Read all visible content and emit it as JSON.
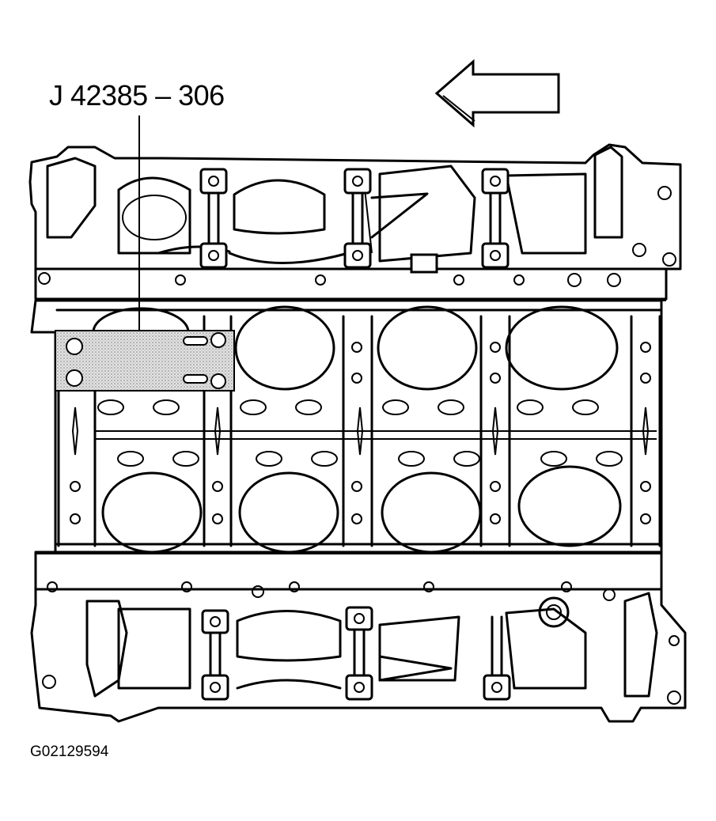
{
  "diagram": {
    "tool_callout": "J 42385 – 306",
    "figure_id": "G02129594",
    "arrow_direction": "left",
    "colors": {
      "line": "#000000",
      "tool_plate": "#d9d9d9",
      "background": "#ffffff"
    }
  }
}
